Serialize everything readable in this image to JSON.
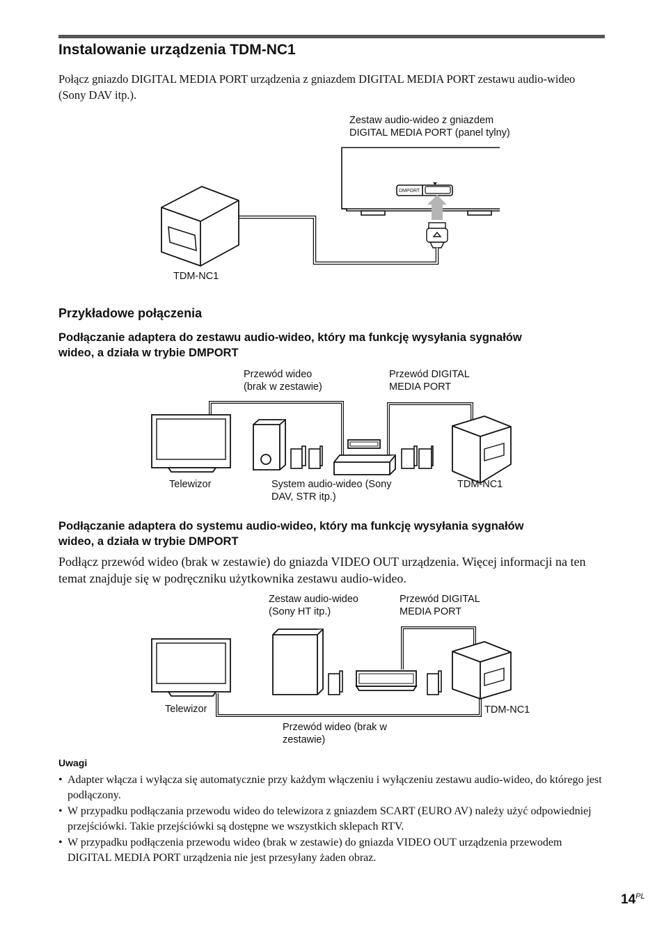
{
  "section_title": "Instalowanie urządzenia TDM-NC1",
  "intro_text": "Połącz gniazdo DIGITAL MEDIA PORT urządzenia z gniazdem DIGITAL MEDIA PORT zestawu audio-wideo (Sony DAV itp.).",
  "diagram1": {
    "av_label_line1": "Zestaw audio-wideo z gniazdem",
    "av_label_line2": "DIGITAL MEDIA PORT (panel tylny)",
    "port_label": "DMPORT",
    "device_label": "TDM-NC1"
  },
  "examples_heading": "Przykładowe połączenia",
  "example1": {
    "heading_line1": "Podłączanie adaptera do zestawu audio-wideo, który ma funkcję wysyłania sygnałów",
    "heading_line2": "wideo, a działa w trybie DMPORT",
    "video_cable_line1": "Przewód wideo",
    "video_cable_line2": "(brak w zestawie)",
    "dmport_cable_line1": "Przewód DIGITAL",
    "dmport_cable_line2": "MEDIA PORT",
    "tv_label": "Telewizor",
    "system_label_line1": "System audio-wideo (Sony",
    "system_label_line2": "DAV, STR itp.)",
    "device_label": "TDM-NC1"
  },
  "example2": {
    "heading_line1": "Podłączanie adaptera do systemu audio-wideo, który ma funkcję wysyłania sygnałów",
    "heading_line2": "wideo, a działa w trybie DMPORT",
    "body_text": "Podłącz przewód wideo (brak w zestawie) do gniazda VIDEO OUT urządzenia. Więcej informacji na ten temat znajduje się w podręczniku użytkownika zestawu audio-wideo.",
    "av_label_line1": "Zestaw audio-wideo",
    "av_label_line2": "(Sony HT itp.)",
    "dmport_cable_line1": "Przewód DIGITAL",
    "dmport_cable_line2": "MEDIA PORT",
    "tv_label": "Telewizor",
    "device_label": "TDM-NC1",
    "video_cable_line1": "Przewód wideo (brak w",
    "video_cable_line2": "zestawie)"
  },
  "notes_heading": "Uwagi",
  "notes": [
    "Adapter włącza i wyłącza się automatycznie przy każdym włączeniu i wyłączeniu zestawu audio-wideo, do którego jest podłączony.",
    "W przypadku podłączania przewodu wideo do telewizora z gniazdem SCART (EURO AV) należy użyć odpowiedniej przejściówki. Takie przejściówki są dostępne we wszystkich sklepach RTV.",
    "W przypadku podłączenia przewodu wideo (brak w zestawie) do gniazda VIDEO OUT urządzenia przewodem DIGITAL MEDIA PORT urządzenia nie jest przesyłany żaden obraz."
  ],
  "page_number": "14",
  "page_suffix": "PL"
}
